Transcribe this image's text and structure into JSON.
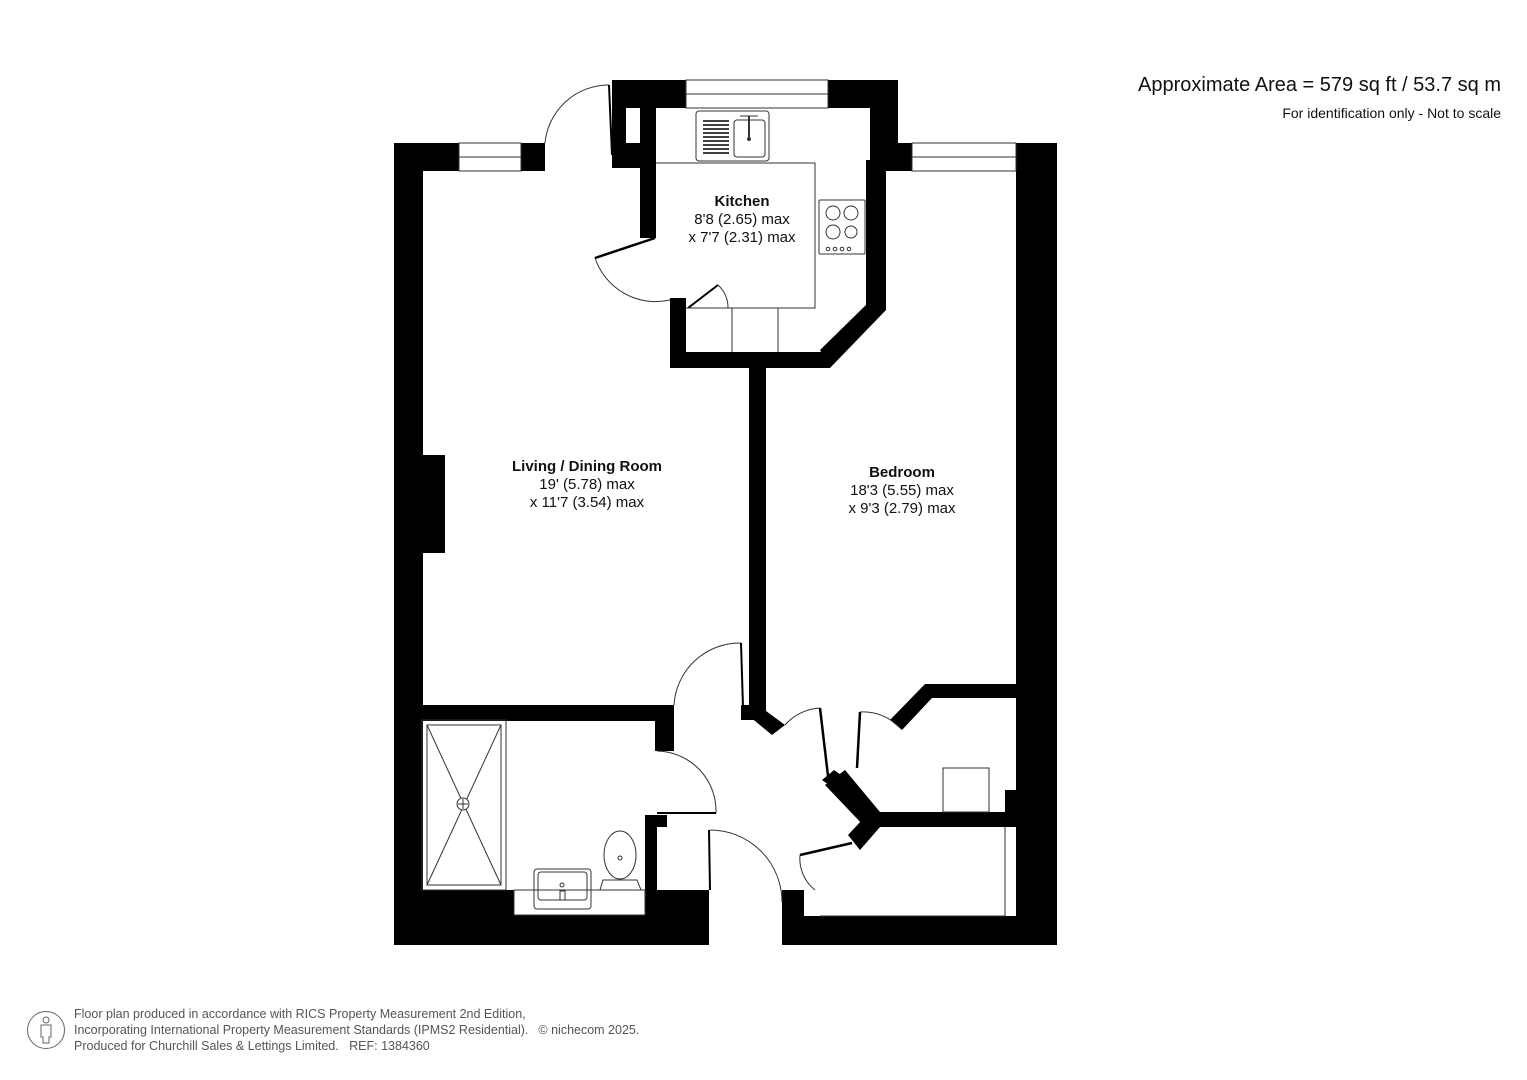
{
  "header": {
    "area_title": "Approximate Area = 579 sq ft / 53.7 sq m",
    "disclaimer": "For identification only - Not to scale"
  },
  "rooms": [
    {
      "name": "Kitchen",
      "dim1": "8'8 (2.65) max",
      "dim2": "x 7'7 (2.31) max"
    },
    {
      "name": "Living / Dining Room",
      "dim1": "19' (5.78) max",
      "dim2": "x 11'7 (3.54) max"
    },
    {
      "name": "Bedroom",
      "dim1": "18'3 (5.55) max",
      "dim2": "x 9'3 (2.79) max"
    }
  ],
  "fixtures": [
    "kitchen-sink-icon",
    "hob-icon",
    "shower-tray-icon",
    "wash-basin-icon",
    "toilet-icon"
  ],
  "footer": {
    "line1": "Floor plan produced in accordance with RICS Property Measurement 2nd Edition,",
    "line2": "Incorporating International Property Measurement Standards (IPMS2 Residential).",
    "copyright": "© nichecom 2025.",
    "line3_a": "Produced for Churchill Sales & Lettings Limited.",
    "line3_b": "REF: 1384360"
  },
  "colors": {
    "wall": "#000000",
    "line": "#333333",
    "background": "#ffffff",
    "text": "#111111"
  }
}
